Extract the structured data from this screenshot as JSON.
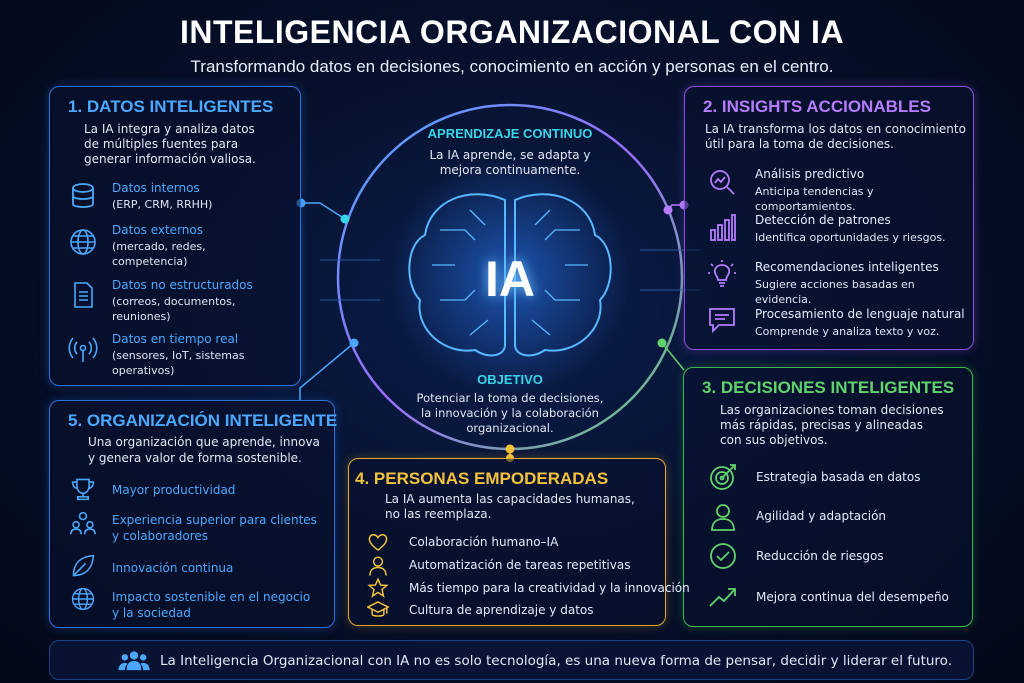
{
  "title": "INTELIGENCIA ORGANIZACIONAL CON IA",
  "subtitle": "Transformando datos en decisiones, conocimiento en acción y personas en el centro.",
  "colors": {
    "blue": "#4aa8ff",
    "purple": "#b57cff",
    "green": "#5fd36b",
    "gold": "#f5c23a",
    "cyan": "#38d5e8"
  },
  "center": {
    "core_label": "IA",
    "learning_title": "APRENDIZAJE CONTINUO",
    "learning_text": [
      "La IA aprende, se adapta y",
      "mejora continuamente."
    ],
    "objective_title": "OBJETIVO",
    "objective_text": [
      "Potenciar la toma de decisiones,",
      "la innovación y la colaboración",
      "organizacional."
    ]
  },
  "datos": {
    "title": "1. DATOS INTELIGENTES",
    "desc": [
      "La IA integra y analiza datos",
      "de múltiples fuentes para",
      "generar información valiosa."
    ],
    "items": [
      {
        "title": "Datos internos",
        "desc": [
          "(ERP, CRM, RRHH)"
        ],
        "icon": "database-icon"
      },
      {
        "title": "Datos externos",
        "desc": [
          "(mercado, redes,",
          "competencia)"
        ],
        "icon": "globe-icon"
      },
      {
        "title": "Datos no estructurados",
        "desc": [
          "(correos, documentos,",
          "reuniones)"
        ],
        "icon": "document-icon"
      },
      {
        "title": "Datos en tiempo real",
        "desc": [
          "(sensores, IoT, sistemas",
          "operativos)"
        ],
        "icon": "broadcast-icon"
      }
    ]
  },
  "insights": {
    "title": "2. INSIGHTS ACCIONABLES",
    "desc": [
      "La IA transforma los datos en conocimiento",
      "útil para la toma de decisiones."
    ],
    "items": [
      {
        "title": "Análisis predictivo",
        "desc": "Anticipa tendencias y comportamientos.",
        "icon": "magnifier-chart-icon"
      },
      {
        "title": "Detección de patrones",
        "desc": "Identifica oportunidades y riesgos.",
        "icon": "bar-chart-icon"
      },
      {
        "title": "Recomendaciones inteligentes",
        "desc": "Sugiere acciones basadas en evidencia.",
        "icon": "lightbulb-icon"
      },
      {
        "title": "Procesamiento de lenguaje natural",
        "desc": "Comprende y analiza texto y voz.",
        "icon": "chat-icon"
      }
    ]
  },
  "decisiones": {
    "title": "3. DECISIONES INTELIGENTES",
    "desc": [
      "Las organizaciones toman decisiones",
      "más rápidas, precisas y alineadas",
      "con sus objetivos."
    ],
    "items": [
      {
        "title": "Estrategia basada en datos",
        "icon": "target-icon"
      },
      {
        "title": "Agilidad y adaptación",
        "icon": "person-icon"
      },
      {
        "title": "Reducción de riesgos",
        "icon": "check-circle-icon"
      },
      {
        "title": "Mejora continua del desempeño",
        "icon": "trend-up-icon"
      }
    ]
  },
  "personas": {
    "title": "4. PERSONAS EMPODERADAS",
    "desc": [
      "La IA aumenta las capacidades humanas,",
      "no las reemplaza."
    ],
    "items": [
      {
        "title": "Colaboración humano–IA",
        "icon": "heart-icon"
      },
      {
        "title": "Automatización de tareas repetitivas",
        "icon": "user-icon"
      },
      {
        "title": "Más tiempo para la creatividad y la innovación",
        "icon": "star-icon"
      },
      {
        "title": "Cultura de aprendizaje y datos",
        "icon": "graduation-cap-icon"
      }
    ]
  },
  "organizacion": {
    "title": "5. ORGANIZACIÓN INTELIGENTE",
    "desc": [
      "Una organización que aprende, innova",
      "y genera valor de forma sostenible."
    ],
    "items": [
      {
        "title": [
          "Mayor productividad"
        ],
        "icon": "trophy-icon"
      },
      {
        "title": [
          "Experiencia superior para clientes",
          "y colaboradores"
        ],
        "icon": "people-icon"
      },
      {
        "title": [
          "Innovación continua"
        ],
        "icon": "leaf-icon"
      },
      {
        "title": [
          "Impacto sostenible en el negocio",
          "y la sociedad"
        ],
        "icon": "world-icon"
      }
    ]
  },
  "footer": {
    "text": "La Inteligencia Organizacional con IA no es solo tecnología, es una nueva forma de pensar, decidir y liderar el futuro.",
    "icon": "team-icon"
  }
}
